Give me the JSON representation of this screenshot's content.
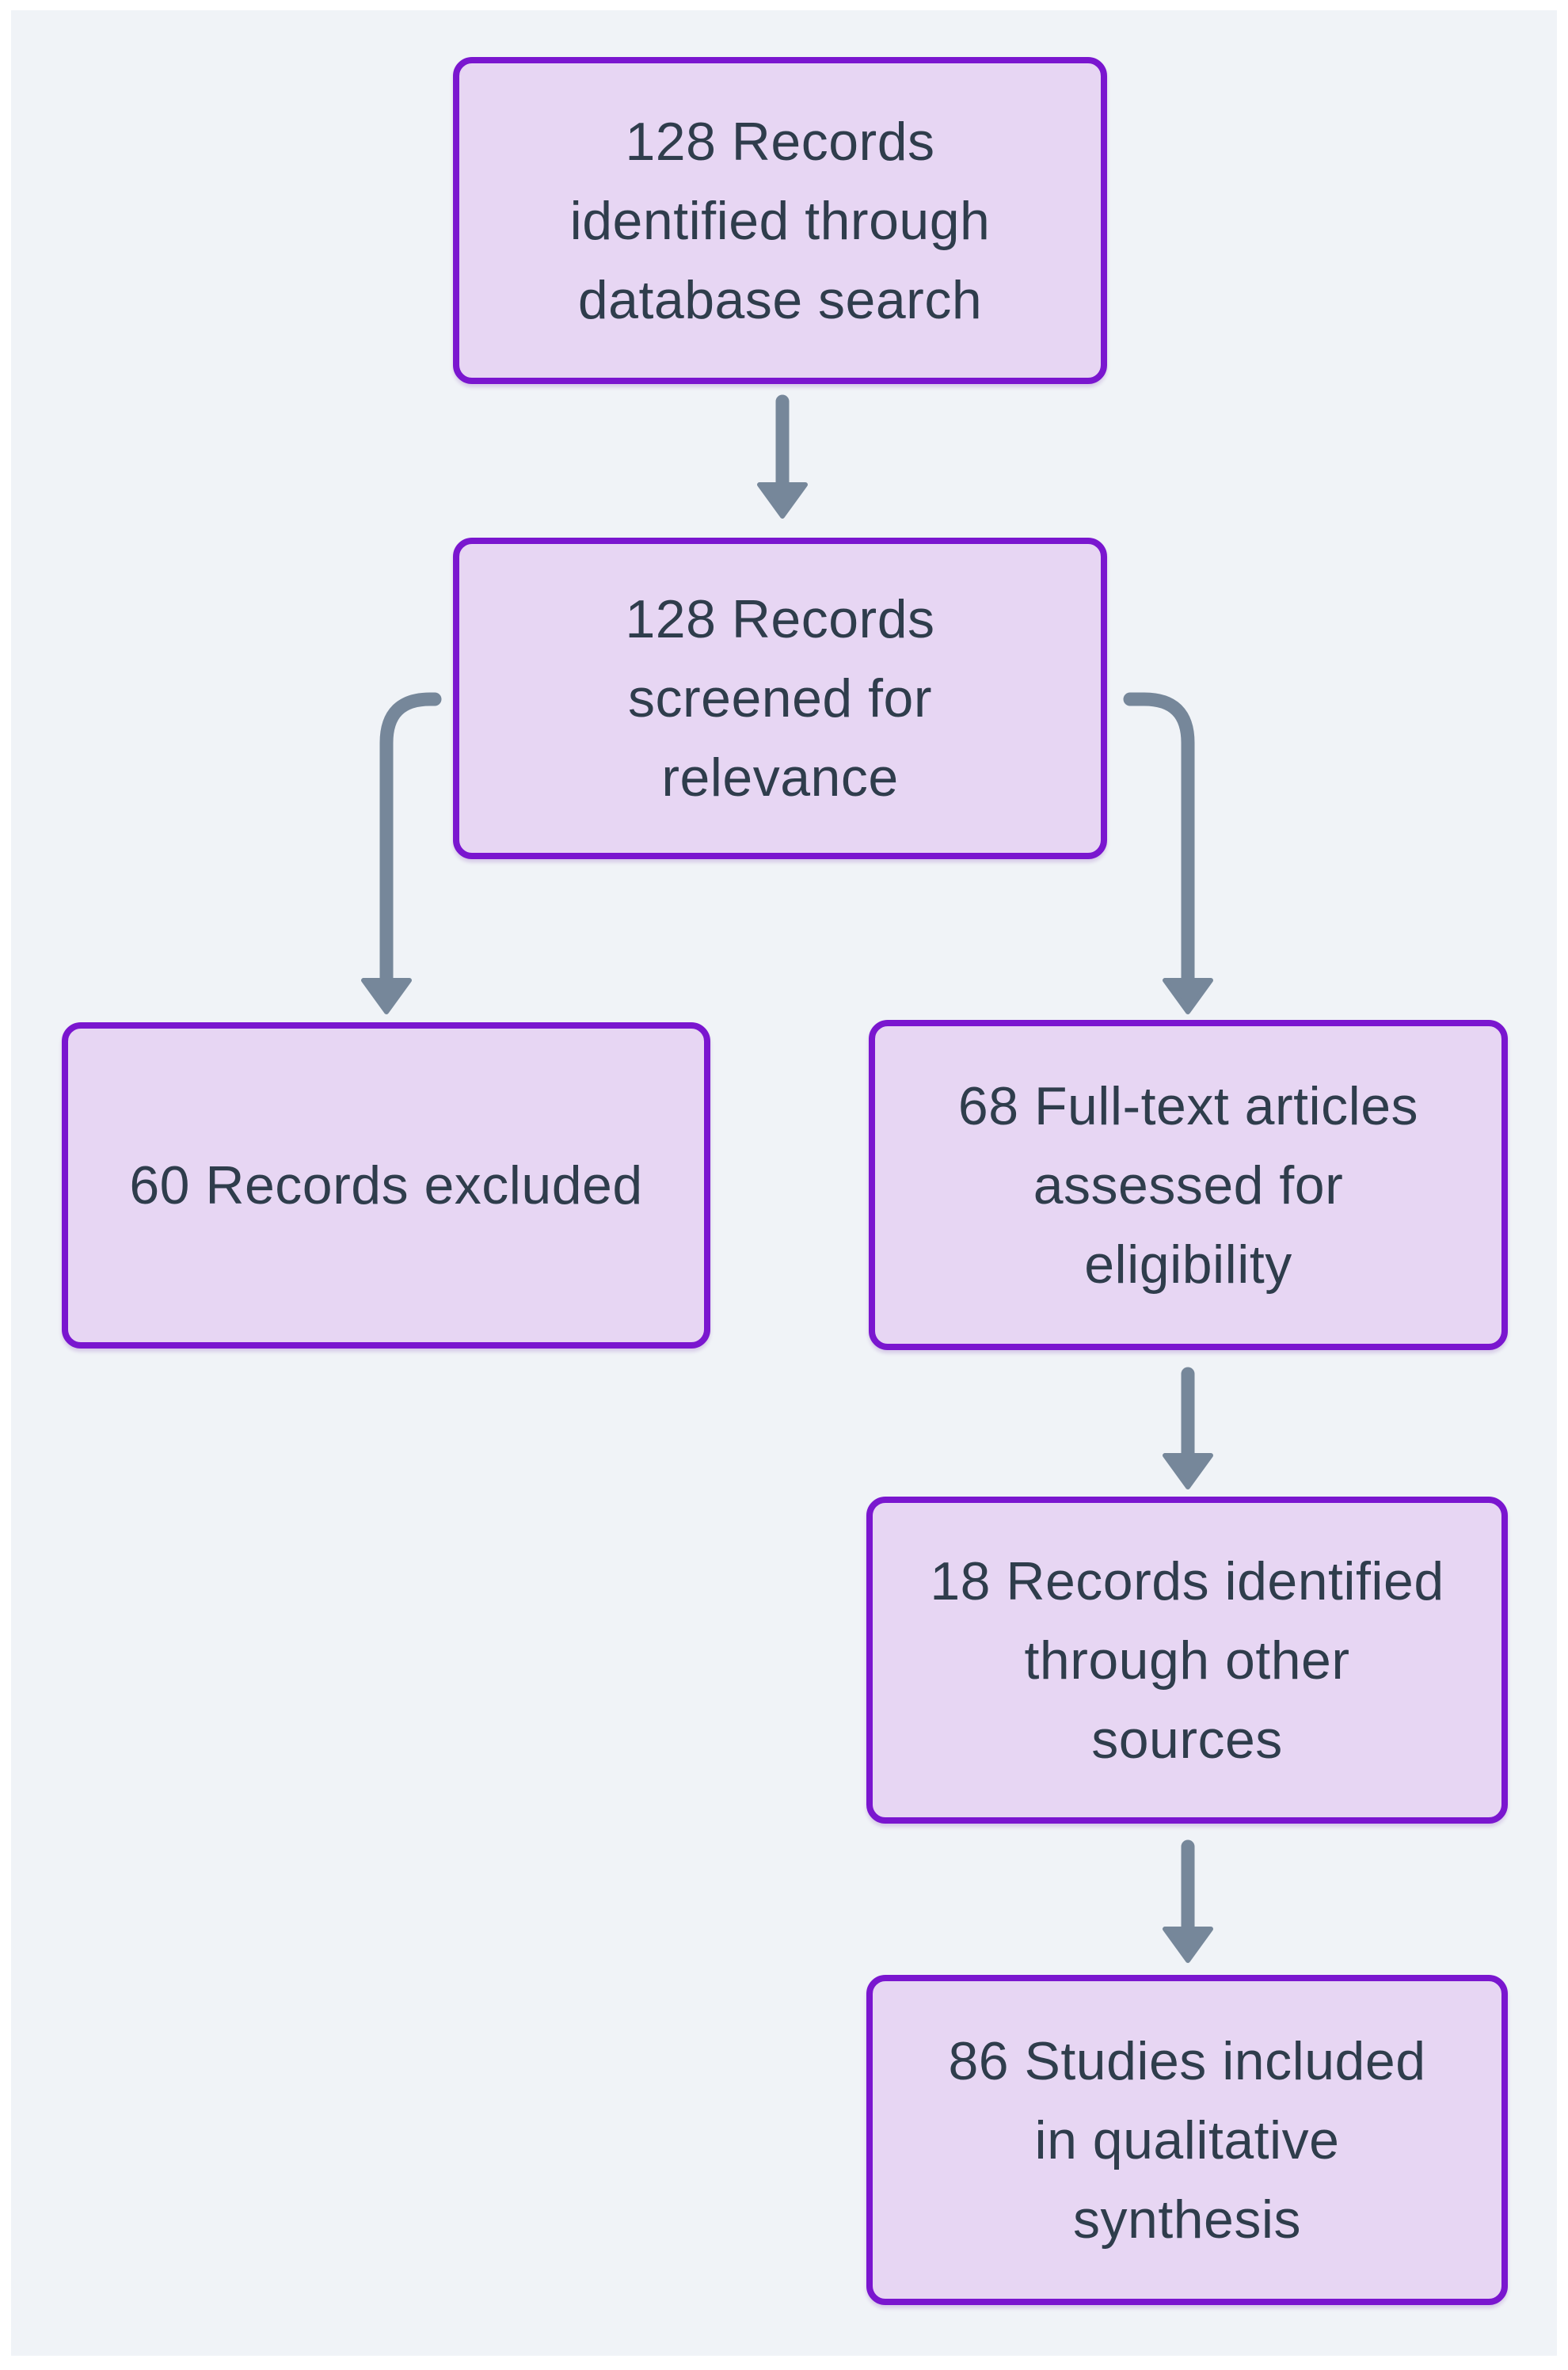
{
  "flow": {
    "boxes": [
      {
        "id": "records-identified",
        "label": "128 Records\nidentified through\ndatabase search"
      },
      {
        "id": "records-screened",
        "label": "128 Records\nscreened for\nrelevance"
      },
      {
        "id": "records-excluded",
        "label": "60 Records excluded"
      },
      {
        "id": "fulltext-assessed",
        "label": "68 Full-text articles\nassessed for\neligibility"
      },
      {
        "id": "other-sources",
        "label": "18 Records identified\nthrough other\nsources"
      },
      {
        "id": "studies-included",
        "label": "86 Studies included\nin qualitative\nsynthesis"
      }
    ],
    "connections": [
      {
        "from": "records-identified",
        "to": "records-screened",
        "type": "arrow-down"
      },
      {
        "from": "records-screened",
        "to": "records-excluded",
        "type": "elbow-left-down"
      },
      {
        "from": "records-screened",
        "to": "fulltext-assessed",
        "type": "elbow-right-down"
      },
      {
        "from": "fulltext-assessed",
        "to": "other-sources",
        "type": "arrow-down"
      },
      {
        "from": "other-sources",
        "to": "studies-included",
        "type": "arrow-down"
      }
    ]
  },
  "colors": {
    "page_background": "#ffffff",
    "panel_background": "#f0f3f7",
    "box_fill": "#e7d6f3",
    "box_border": "#7a16cf",
    "arrow": "#76879a",
    "text": "#2f3d4c"
  }
}
